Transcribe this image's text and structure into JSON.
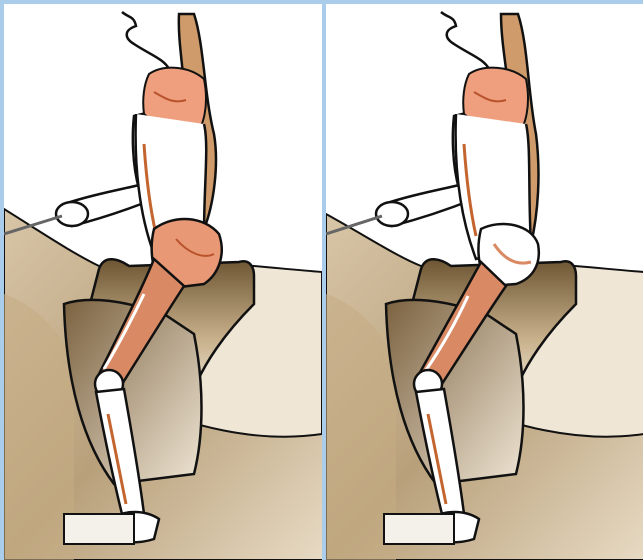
{
  "figure": {
    "description_free": true,
    "panels": [
      {
        "id": "left",
        "pelvis_tilt": "forward",
        "muscle_color": "#d9896a"
      },
      {
        "id": "right",
        "pelvis_tilt": "upright",
        "muscle_color": "#d9896a"
      }
    ],
    "colors": {
      "background_frame": "#a9cdea",
      "horse_coat_dark": "#b39a72",
      "horse_coat_light": "#efe6d6",
      "saddle_dark": "#6a5230",
      "saddle_light": "#f4ecdf",
      "outline": "#111111",
      "muscle": "#d98a64",
      "muscle_dark": "#b8532c",
      "skin": "#ffffff"
    }
  }
}
